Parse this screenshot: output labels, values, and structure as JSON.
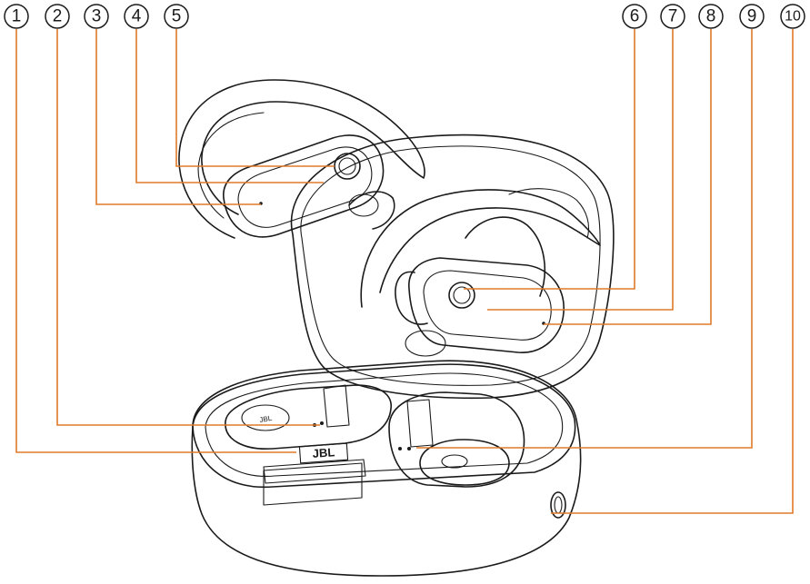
{
  "callouts": [
    {
      "id": "1",
      "label": "1"
    },
    {
      "id": "2",
      "label": "2"
    },
    {
      "id": "3",
      "label": "3"
    },
    {
      "id": "4",
      "label": "4"
    },
    {
      "id": "5",
      "label": "5"
    },
    {
      "id": "6",
      "label": "6"
    },
    {
      "id": "7",
      "label": "7"
    },
    {
      "id": "8",
      "label": "8"
    },
    {
      "id": "9",
      "label": "9"
    },
    {
      "id": "10",
      "label": "10"
    }
  ],
  "case_logo_text": "JBL",
  "colors": {
    "leader": "#e07a2a",
    "ink": "#1a1a1a",
    "background": "#ffffff"
  }
}
